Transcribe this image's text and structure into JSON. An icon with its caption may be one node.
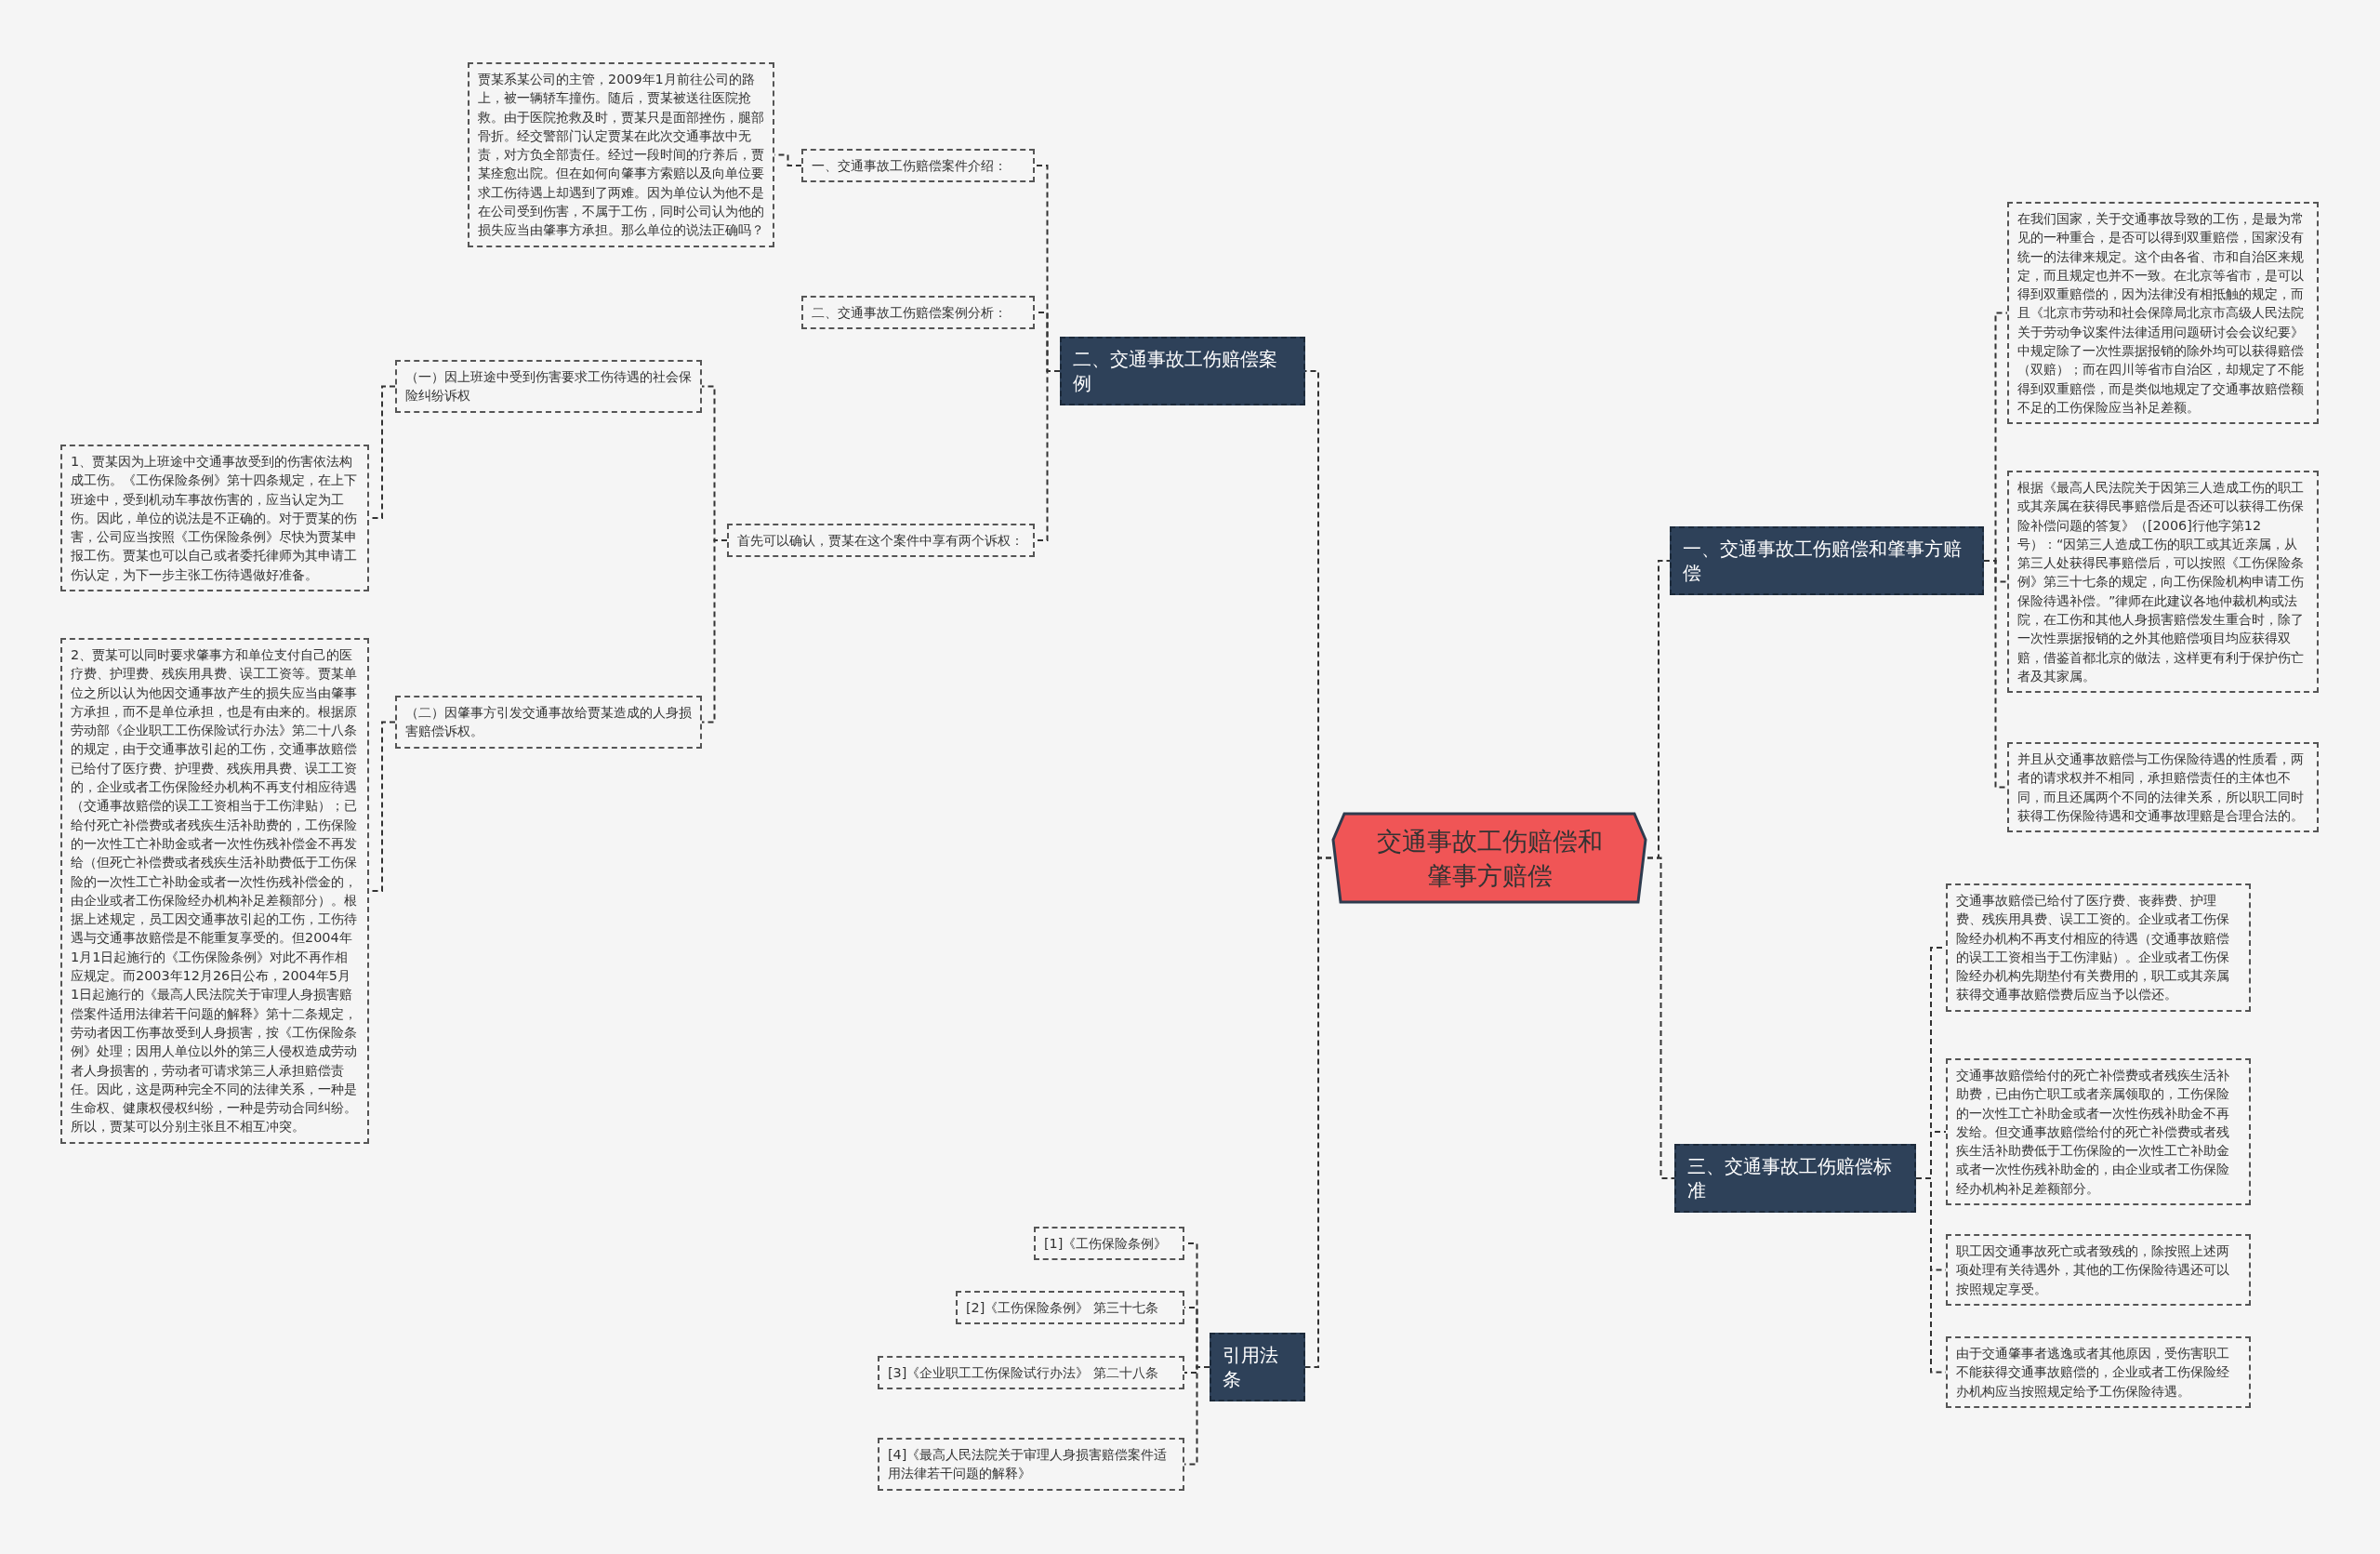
{
  "diagram": {
    "nodes": [
      {
        "text": [
          "交通事故工伤赔偿和肇事方赔偿"
        ]
      },
      {
        "text": [
          "二、交通事故工伤赔偿案例"
        ]
      },
      {
        "text": [
          "一、交通事故工伤赔偿案件介绍："
        ]
      },
      {
        "text": [
          "贾某系某公司的主管，2009年1月前往公司的路上，被一辆轿车撞伤。随后，贾某被送往医院抢救。由于医院抢救及时，贾某只是面部挫伤，腿部骨折。经交警部门认定贾某在此次交通事故中无责，对方负全部责任。经过一段时间的疗养后，贾某痊愈出院。但在如何向肇事方索赔以及向单位要求工伤待遇上却遇到了两难。因为单位认为他不是在公司受到伤害，不属于工伤，同时公司认为他的损失应当由肇事方承担。那么单位的说法正确吗？"
        ]
      },
      {
        "text": [
          "二、交通事故工伤赔偿案例分析："
        ]
      },
      {
        "text": [
          "首先可以确认，贾某在这个案件中享有两个诉权："
        ]
      },
      {
        "text": [
          "（一）因上班途中受到伤害要求工伤待遇的社会保险纠纷诉权"
        ]
      },
      {
        "text": [
          "1、贾某因为上班途中交通事故受到的伤害依法构成工伤。《工伤保险条例》第十四条规定，在上下班途中，受到机动车事故伤害的，应当认定为工伤。因此，单位的说法是不正确的。对于贾某的伤害，公司应当按照《工伤保险条例》尽快为贾某申报工伤。贾某也可以自己或者委托律师为其申请工伤认定，为下一步主张工伤待遇做好准备。"
        ]
      },
      {
        "text": [
          "（二）因肇事方引发交通事故给贾某造成的人身损害赔偿诉权。"
        ]
      },
      {
        "text": [
          "2、贾某可以同时要求肇事方和单位支付自己的医疗费、护理费、残疾用具费、误工工资等。贾某单位之所以认为他因交通事故产生的损失应当由肇事方承担，而不是单位承担，也是有由来的。根据原劳动部《企业职工工伤保险试行办法》第二十八条的规定，由于交通事故引起的工伤，交通事故赔偿已给付了医疗费、护理费、残疾用具费、误工工资的，企业或者工伤保险经办机构不再支付相应待遇（交通事故赔偿的误工工资相当于工伤津贴）；已给付死亡补偿费或者残疾生活补助费的，工伤保险的一次性工亡补助金或者一次性伤残补偿金不再发给（但死亡补偿费或者残疾生活补助费低于工伤保险的一次性工亡补助金或者一次性伤残补偿金的，由企业或者工伤保险经办机构补足差额部分）。根据上述规定，员工因交通事故引起的工伤，工伤待遇与交通事故赔偿是不能重复享受的。但2004年1月1日起施行的《工伤保险条例》对此不再作相应规定。而2003年12月26日公布，2004年5月1日起施行的《最高人民法院关于审理人身损害赔偿案件适用法律若干问题的解释》第十二条规定，劳动者因工伤事故受到人身损害，按《工伤保险条例》处理；因用人单位以外的第三人侵权造成劳动者人身损害的，劳动者可请求第三人承担赔偿责任。因此，这是两种完全不同的法律关系，一种是生命权、健康权侵权纠纷，一种是劳动合同纠纷。所以，贾某可以分别主张且不相互冲突。"
        ]
      },
      {
        "text": [
          "一、交通事故工伤赔偿和肇事方赔偿"
        ]
      },
      {
        "text": [
          "在我们国家，关于交通事故导致的工伤，是最为常见的一种重合，是否可以得到双重赔偿，国家没有统一的法律来规定。这个由各省、市和自治区来规定，而且规定也并不一致。在北京等省市，是可以得到双重赔偿的，因为法律没有相抵触的规定，而且《北京市劳动和社会保障局北京市高级人民法院关于劳动争议案件法律适用问题研讨会会议纪要》中规定除了一次性票据报销的除外均可以获得赔偿（双赔）；而在四川等省市自治区，却规定了不能得到双重赔偿，而是类似地规定了交通事故赔偿额不足的工伤保险应当补足差额。"
        ]
      },
      {
        "text": [
          "根据《最高人民法院关于因第三人造成工伤的职工或其亲属在获得民事赔偿后是否还可以获得工伤保险补偿问题的答复》（[2006]行他字第12号）：“因第三人造成工伤的职工或其近亲属，从第三人处获得民事赔偿后，可以按照《工伤保险条例》第三十七条的规定，向工伤保险机构申请工伤保险待遇补偿。”律师在此建议各地仲裁机构或法院，在工伤和其他人身损害赔偿发生重合时，除了一次性票据报销的之外其他赔偿项目均应获得双赔，借鉴首都北京的做法，这样更有利于保护伤亡者及其家属。"
        ]
      },
      {
        "text": [
          "并且从交通事故赔偿与工伤保险待遇的性质看，两者的请求权并不相同，承担赔偿责任的主体也不同，而且还属两个不同的法律关系，所以职工同时获得工伤保险待遇和交通事故理赔是合理合法的。"
        ]
      },
      {
        "text": [
          "三、交通事故工伤赔偿标准"
        ]
      },
      {
        "text": [
          "交通事故赔偿已给付了医疗费、丧葬费、护理费、残疾用具费、误工工资的。企业或者工伤保险经办机构不再支付相应的待遇（交通事故赔偿的误工工资相当于工伤津贴）。企业或者工伤保险经办机构先期垫付有关费用的，职工或其亲属获得交通事故赔偿费后应当予以偿还。"
        ]
      },
      {
        "text": [
          "交通事故赔偿给付的死亡补偿费或者残疾生活补助费，已由伤亡职工或者亲属领取的，工伤保险的一次性工亡补助金或者一次性伤残补助金不再发给。但交通事故赔偿给付的死亡补偿费或者残疾生活补助费低于工伤保险的一次性工亡补助金或者一次性伤残补助金的，由企业或者工伤保险经办机构补足差额部分。"
        ]
      },
      {
        "text": [
          "职工因交通事故死亡或者致残的，除按照上述两项处理有关待遇外，其他的工伤保险待遇还可以按照规定享受。"
        ]
      },
      {
        "text": [
          "由于交通肇事者逃逸或者其他原因，受伤害职工不能获得交通事故赔偿的，企业或者工伤保险经办机构应当按照规定给予工伤保险待遇。"
        ]
      },
      {
        "text": [
          "引用法条"
        ]
      },
      {
        "text": [
          "[1]《工伤保险条例》"
        ]
      },
      {
        "text": [
          "[2]《工伤保险条例》 第三十七条"
        ]
      },
      {
        "text": [
          "[3]《企业职工工伤保险试行办法》 第二十八条"
        ]
      },
      {
        "text": [
          "[4]《最高人民法院关于审理人身损害赔偿案件适用法律若干问题的解释》"
        ]
      }
    ],
    "edges": [
      {
        "from": 0,
        "to": 1,
        "arrow": "none"
      },
      {
        "from": 1,
        "to": 2,
        "arrow": "none"
      },
      {
        "from": 2,
        "to": 3,
        "arrow": "none"
      },
      {
        "from": 1,
        "to": 4,
        "arrow": "none"
      },
      {
        "from": 1,
        "to": 5,
        "arrow": "none"
      },
      {
        "from": 5,
        "to": 6,
        "arrow": "none"
      },
      {
        "from": 6,
        "to": 7,
        "arrow": "none"
      },
      {
        "from": 5,
        "to": 8,
        "arrow": "none"
      },
      {
        "from": 8,
        "to": 9,
        "arrow": "none"
      },
      {
        "from": 0,
        "to": 10,
        "arrow": "none"
      },
      {
        "from": 10,
        "to": 11,
        "arrow": "none"
      },
      {
        "from": 10,
        "to": 12,
        "arrow": "none"
      },
      {
        "from": 10,
        "to": 13,
        "arrow": "none"
      },
      {
        "from": 0,
        "to": 14,
        "arrow": "none"
      },
      {
        "from": 14,
        "to": 15,
        "arrow": "none"
      },
      {
        "from": 14,
        "to": 16,
        "arrow": "none"
      },
      {
        "from": 14,
        "to": 17,
        "arrow": "none"
      },
      {
        "from": 14,
        "to": 18,
        "arrow": "none"
      },
      {
        "from": 0,
        "to": 19,
        "arrow": "none"
      },
      {
        "from": 19,
        "to": 20,
        "arrow": "none"
      },
      {
        "from": 19,
        "to": 21,
        "arrow": "none"
      },
      {
        "from": 19,
        "to": 22,
        "arrow": "none"
      },
      {
        "from": 19,
        "to": 23,
        "arrow": "none"
      }
    ]
  }
}
